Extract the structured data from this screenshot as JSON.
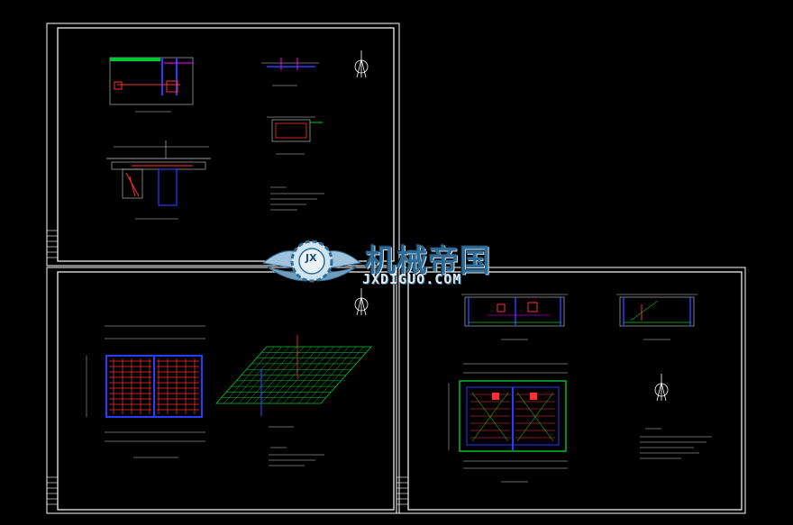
{
  "window": {
    "title": ""
  },
  "watermark": {
    "name_cn": "机械帝国",
    "name_en": "JXDIGUO.COM",
    "badge": "JX",
    "color": "#2f6b94"
  },
  "drawing": {
    "background": "#000000",
    "border_color": "#ffffff",
    "colors": {
      "rebar": "#ff3030",
      "outline": "#2a3cff",
      "grid": "#00c832",
      "accent": "#ff00ff",
      "text": "#cfcfcf"
    },
    "sheets": [
      {
        "id": "sheet-1",
        "views": [
          "plan-view",
          "section-view",
          "north-arrow",
          "detail-view",
          "pipe-section",
          "notes"
        ]
      },
      {
        "id": "sheet-2",
        "views": [
          "slab-plan",
          "mesh-isometric",
          "north-arrow",
          "notes"
        ]
      },
      {
        "id": "sheet-3",
        "views": [
          "section-a",
          "section-b",
          "tank-plan",
          "north-arrow",
          "notes"
        ]
      }
    ]
  }
}
